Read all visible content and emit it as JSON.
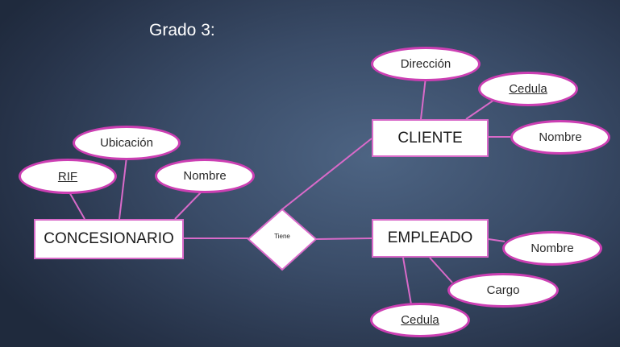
{
  "title": "Grado 3:",
  "entities": {
    "concesionario": "CONCESIONARIO",
    "cliente": "CLIENTE",
    "empleado": "EMPLEADO"
  },
  "relationship": "Tiene",
  "attributes": {
    "concesionario": {
      "rif": "RIF",
      "ubicacion": "Ubicación",
      "nombre": "Nombre"
    },
    "cliente": {
      "direccion": "Dirección",
      "cedula": "Cedula",
      "nombre": "Nombre"
    },
    "empleado": {
      "nombre": "Nombre",
      "cargo": "Cargo",
      "cedula": "Cedula"
    }
  },
  "colors": {
    "connector": "#d96ac9",
    "attribute_border": "#cc3fb3",
    "background": "#3a4c68"
  }
}
